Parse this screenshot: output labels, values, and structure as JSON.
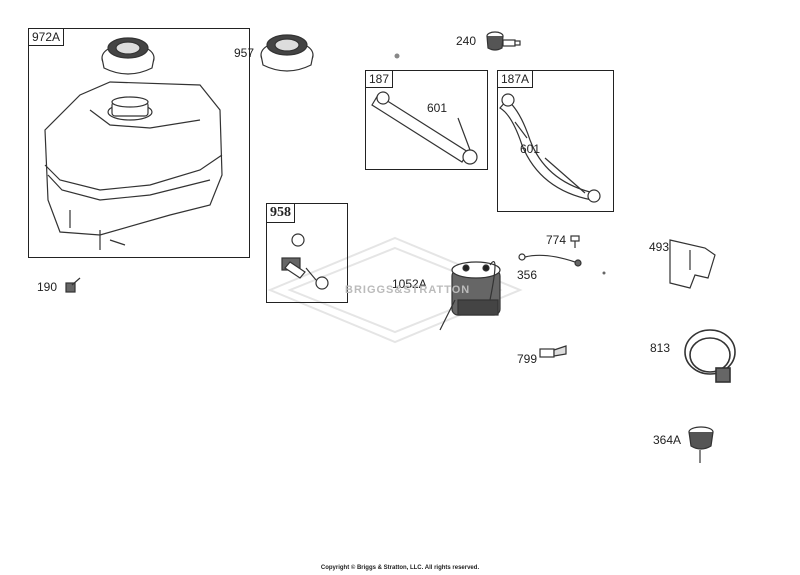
{
  "parts": {
    "p972A": "972A",
    "p957": "957",
    "p240": "240",
    "p187": "187",
    "p187A": "187A",
    "p601a": "601",
    "p601b": "601",
    "p958": "958",
    "p190": "190",
    "p1052A": "1052A",
    "p774": "774",
    "p356": "356",
    "p493": "493",
    "p799": "799",
    "p813": "813",
    "p364A": "364A"
  },
  "watermark": "BRIGGS&STRATTON",
  "copyright": "Copyright © Briggs & Stratton, LLC. All rights reserved."
}
